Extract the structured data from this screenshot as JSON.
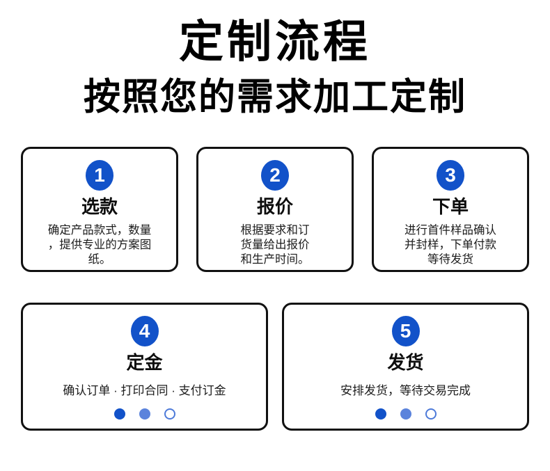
{
  "header": {
    "title": "定制流程",
    "subtitle": "按照您的需求加工定制"
  },
  "steps": [
    {
      "number": "1",
      "title": "选款",
      "description": "确定产品款式，数量\n，提供专业的方案图\n纸。"
    },
    {
      "number": "2",
      "title": "报价",
      "description": "根据要求和订\n货量给出报价\n和生产时间。"
    },
    {
      "number": "3",
      "title": "下单",
      "description": "进行首件样品确认\n并封样，下单付款\n等待发货"
    },
    {
      "number": "4",
      "title": "定金",
      "description": "确认订单 · 打印合同 · 支付订金"
    },
    {
      "number": "5",
      "title": "发货",
      "description": "安排发货，等待交易完成"
    }
  ],
  "pagination_dots": {
    "count": 3,
    "styles": [
      "solid",
      "medium",
      "outline"
    ]
  },
  "colors": {
    "accent": "#1252c9",
    "dot_solid": "#1252c9",
    "dot_medium": "#5b83dc",
    "dot_outline_border": "#4d7ad9",
    "card_border": "#111111",
    "background": "#ffffff"
  }
}
